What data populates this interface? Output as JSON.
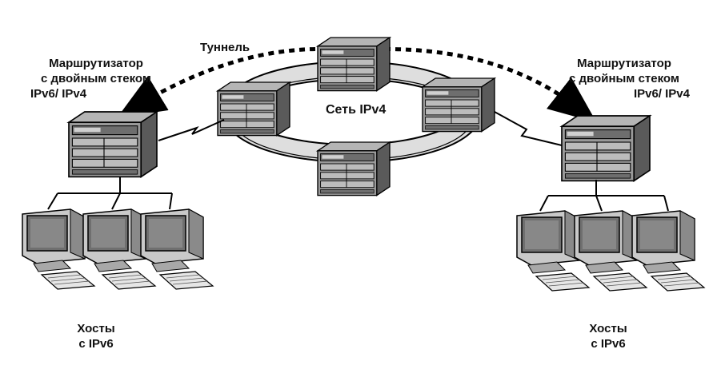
{
  "tunnel": {
    "label": "Туннель"
  },
  "network": {
    "label": "Сеть IPv4"
  },
  "router_left": {
    "line1": "Маршрутизатор",
    "line2": "с двойным стеком",
    "line3": "IPv6/ IPv4"
  },
  "router_right": {
    "line1": "Маршрутизатор",
    "line2": "с двойным стеком",
    "line3": "IPv6/ IPv4"
  },
  "hosts_left": {
    "line1": "Хосты",
    "line2": "с IPv6"
  },
  "hosts_right": {
    "line1": "Хосты",
    "line2": "с IPv6"
  },
  "icons": {
    "router": "router-icon",
    "host": "computer-icon",
    "cloud": "ipv4-ring-network",
    "tunnel": "dashed-arrow"
  },
  "colors": {
    "device_body": "#8c8c8c",
    "device_dark": "#3a3a3a",
    "screen": "#7a7a7a",
    "ring": "#d9d9d9",
    "line": "#000000"
  }
}
